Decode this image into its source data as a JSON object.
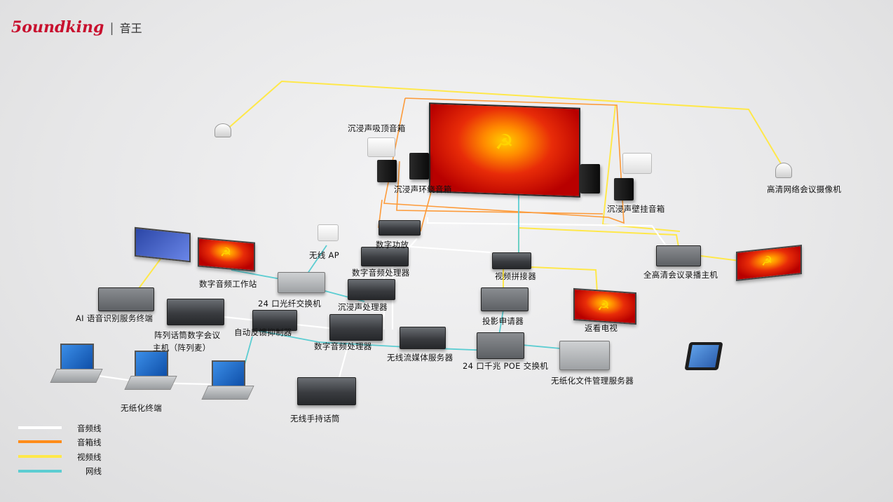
{
  "logo": {
    "brand": "5oundking",
    "separator": "|",
    "cn": "音王"
  },
  "labels": {
    "ceiling_speaker": "沉浸声吸顶音箱",
    "surround_speaker": "沉浸声环绕音箱",
    "wall_speaker": "沉浸声壁挂音箱",
    "hd_camera": "高清网络会议摄像机",
    "wireless_ap": "无线 AP",
    "digital_amp": "数字功放",
    "digital_audio_proc_top": "数字音频处理器",
    "video_splicer": "视频拼接器",
    "recorder": "全高清会议录播主机",
    "audio_workstation": "数字音频工作站",
    "fiber_switch": "24 口光纤交换机",
    "immersive_proc": "沉浸声处理器",
    "projector_applicator": "投影申请器",
    "return_tv": "返看电视",
    "ai_server": "AI 语音识别服务终端",
    "array_mic_1": "阵列话筒数字会议",
    "array_mic_2": "主机（阵列麦）",
    "feedback_suppressor": "自动反馈抑制器",
    "digital_audio_proc_main": "数字音频处理器",
    "streaming_server": "无线流媒体服务器",
    "poe_switch": "24 口千兆 POE 交换机",
    "paperless_server": "无纸化文件管理服务器",
    "paperless_terminal": "无纸化终端",
    "wireless_mic": "无线手持话筒"
  },
  "legend": [
    {
      "label": "音频线",
      "color": "#ffffff"
    },
    {
      "label": "音箱线",
      "color": "#ff8c1a"
    },
    {
      "label": "视频线",
      "color": "#ffe84a"
    },
    {
      "label": "网线",
      "color": "#5ccdd2"
    }
  ],
  "colors": {
    "audio": "#ffffff",
    "speaker": "#ff8c1a",
    "video": "#ffe84a",
    "network": "#5ccdd2",
    "brand_red": "#c8102e"
  }
}
